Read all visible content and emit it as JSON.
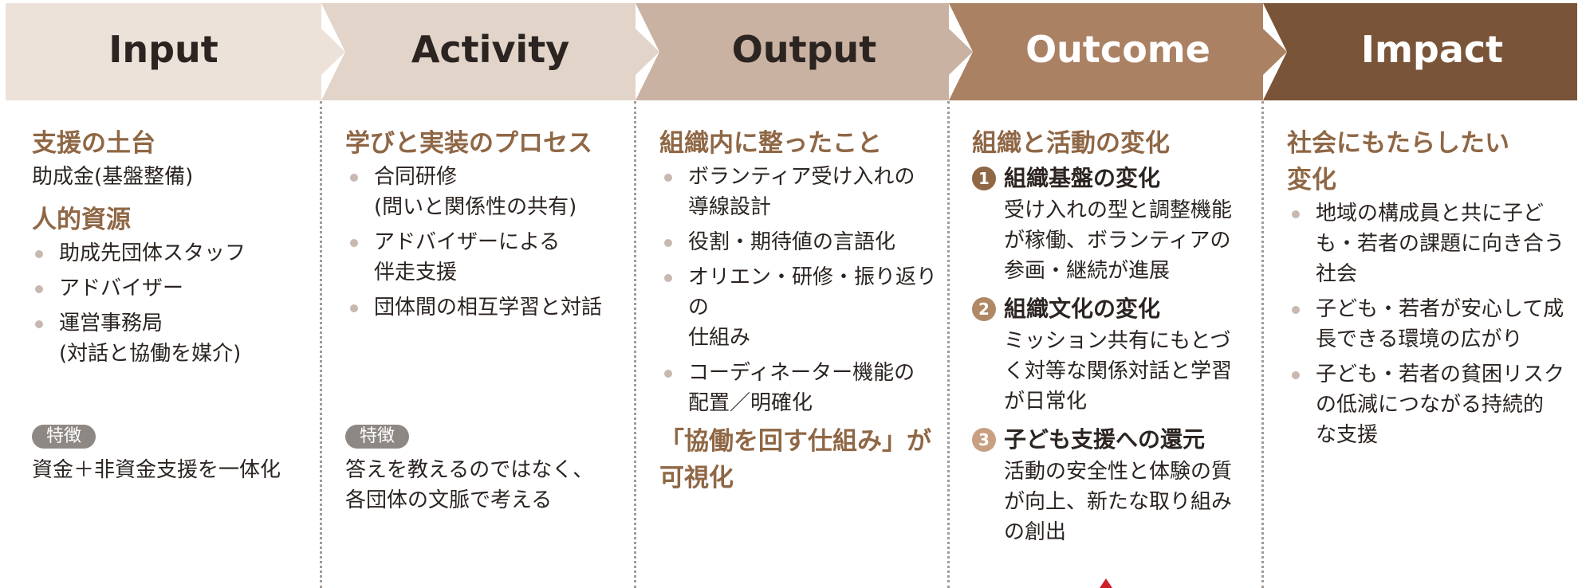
{
  "colors": {
    "input_bg": "#ede2da",
    "activity_bg": "#e2d4c9",
    "output_bg": "#cab2a2",
    "outcome_bg": "#ab8163",
    "impact_bg": "#7a5438",
    "title_brown": "#8f6745",
    "bullet": "#c7b8b0",
    "badge": "#8e8884"
  },
  "headers": [
    "Input",
    "Activity",
    "Output",
    "Outcome",
    "Impact"
  ],
  "input": {
    "t1": "支援の土台",
    "p1": "助成金(基盤整備)",
    "t2": "人的資源",
    "items": [
      "助成先団体スタッフ",
      "アドバイザー",
      "運営事務局\n(対話と協働を媒介)"
    ],
    "badge": "特徴",
    "feature": "資金＋非資金支援を一体化"
  },
  "activity": {
    "t1": "学びと実装のプロセス",
    "items": [
      "合同研修\n(問いと関係性の共有)",
      "アドバイザーによる\n伴走支援",
      "団体間の相互学習と対話"
    ],
    "badge": "特徴",
    "feature": "答えを教えるのではなく、\n各団体の文脈で考える"
  },
  "output": {
    "t1": "組織内に整ったこと",
    "items": [
      "ボランティア受け入れの\n導線設計",
      "役割・期待値の言語化",
      "オリエン・研修・振り返りの\n仕組み",
      "コーディネーター機能の\n配置／明確化"
    ],
    "summary": "「協働を回す仕組み」が\n可視化"
  },
  "outcome": {
    "t1": "組織と活動の変化",
    "items": [
      {
        "num": "1",
        "head": "組織基盤の変化",
        "body": "受け入れの型と調整機能\nが稼働、ボランティアの\n参画・継続が進展"
      },
      {
        "num": "2",
        "head": "組織文化の変化",
        "body": "ミッション共有にもとづ\nく対等な関係対話と学習\nが日常化"
      },
      {
        "num": "3",
        "head": "子ども支援への還元",
        "body": "活動の安全性と体験の質\nが向上、新たな取り組み\nの創出"
      }
    ]
  },
  "impact": {
    "t1": "社会にもたらしたい\n変化",
    "items": [
      "地域の構成員と共に子ど\nも・若者の課題に向き合う\n社会",
      "子ども・若者が安心して成\n長できる環境の広がり",
      "子ども・若者の貧困リスク\nの低減につながる持続的\nな支援"
    ]
  }
}
